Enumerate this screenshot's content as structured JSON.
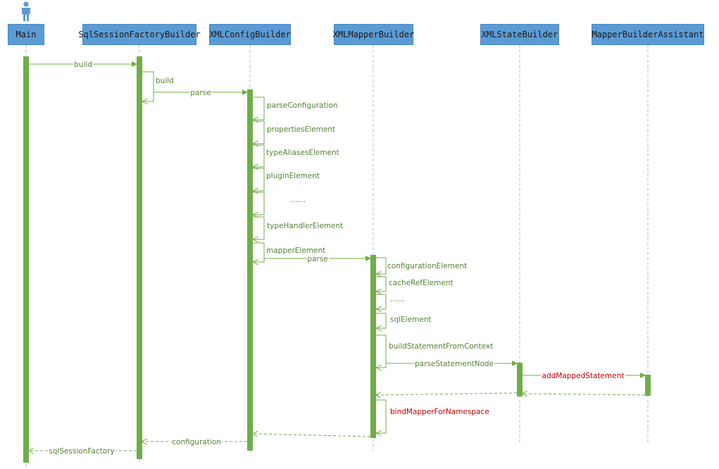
{
  "colors": {
    "header_fill": "#5b9bd5",
    "activation": "#70ad47",
    "message": "#70ad47",
    "message_text": "#548235",
    "highlight_text": "#c00000",
    "lifeline": "#9dc3e6"
  },
  "actor_icon": "person-icon",
  "participants": [
    {
      "id": "main",
      "label": "Main"
    },
    {
      "id": "ssfb",
      "label": "SqlSessionFactoryBuilder"
    },
    {
      "id": "xcb",
      "label": "XMLConfigBuilder"
    },
    {
      "id": "xmb",
      "label": "XMLMapperBuilder"
    },
    {
      "id": "xsb",
      "label": "XMLStateBuilder"
    },
    {
      "id": "mba",
      "label": "MapperBuilderAssistant"
    }
  ],
  "messages": {
    "build_main": "build",
    "build_self": "build",
    "parse_config": "parse",
    "parse_configuration": "parseConfiguration",
    "properties_element": "propertiesElement",
    "type_aliases_element": "typeAliasesElement",
    "plugin_element": "pluginElement",
    "ellipsis_config": "……",
    "type_handler_element": "typeHandlerElement",
    "mapper_element": "mapperElement",
    "parse_mapper": "parse",
    "configuration_element": "configurationElement",
    "cache_ref_element": "cacheRefElement",
    "ellipsis_mapper": "……",
    "sql_element": "sqlElement",
    "build_statement": "buildStatementFromContext",
    "parse_statement_node": "parseStatementNode",
    "add_mapped_statement": "addMappedStatement",
    "bind_mapper": "bindMapperForNamespace",
    "return_configuration": "configuration",
    "return_factory": "sqlSessionFactory"
  }
}
